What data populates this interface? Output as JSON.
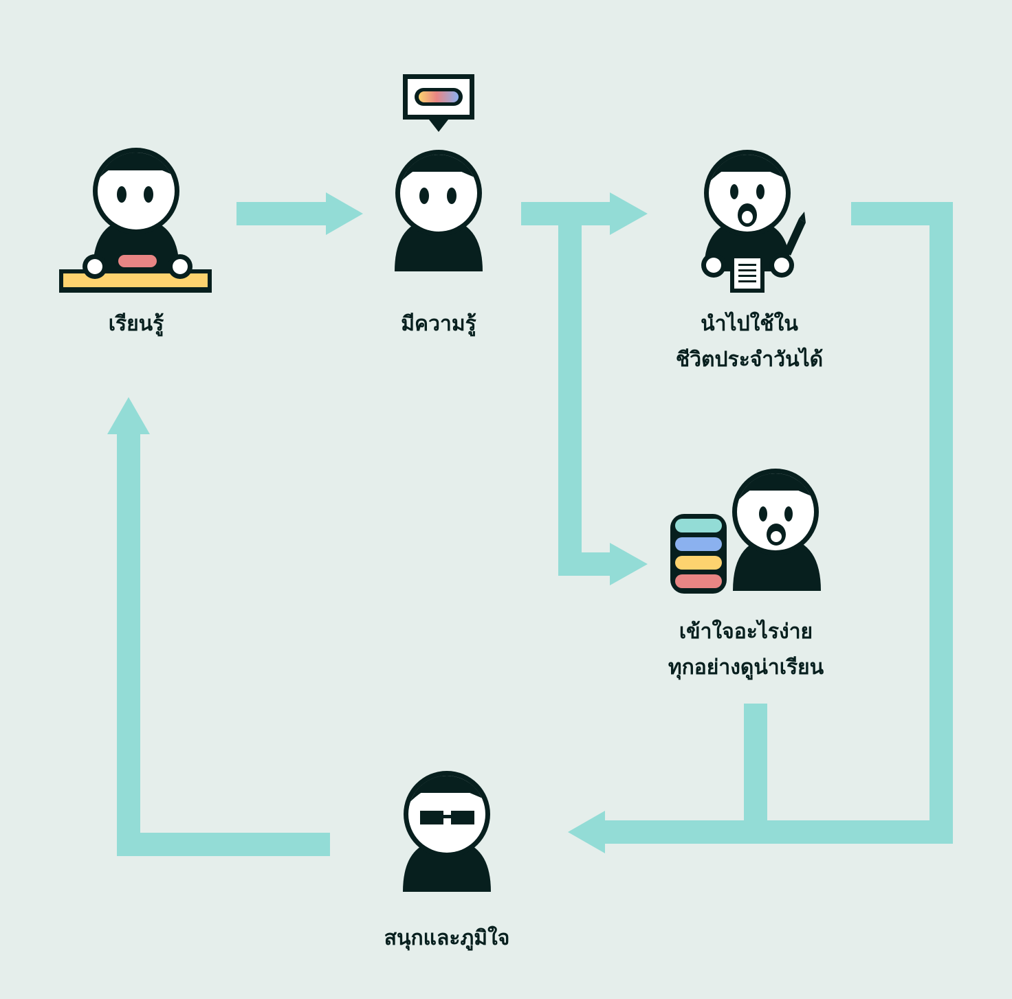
{
  "colors": {
    "background": "#e5eeeb",
    "arrow": "#93dcd6",
    "figure": "#071f1e",
    "face": "#ffffff",
    "desk": "#fdd36f",
    "pink": "#e88584",
    "blue": "#8bb1ef",
    "teal": "#93dcd6",
    "yellow": "#fdd36f"
  },
  "nodes": {
    "learn": {
      "label": "เรียนรู้"
    },
    "knowledge": {
      "label": "มีความรู้"
    },
    "apply": {
      "line1": "นำไปใช้ใน",
      "line2": "ชีวิตประจำวันได้"
    },
    "understand": {
      "line1": "เข้าใจอะไรง่าย",
      "line2": "ทุกอย่างดูน่าเรียน"
    },
    "fun": {
      "label": "สนุกและภูมิใจ"
    }
  }
}
